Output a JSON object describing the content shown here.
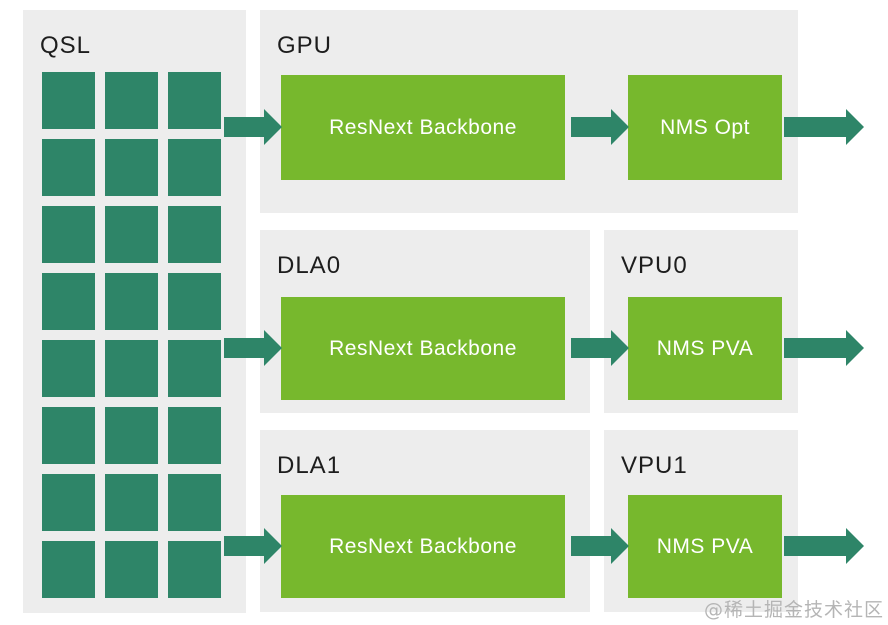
{
  "colors": {
    "teal": "#2e8568",
    "green": "#77b82d",
    "panel": "#ededed",
    "text_dark": "#1d1d1d",
    "text_light": "#ffffff",
    "watermark": "#b5b5b5",
    "background": "#ffffff"
  },
  "qsl_panel": {
    "label": "QSL",
    "grid_rows": 8,
    "grid_cols": 3
  },
  "gpu_panel": {
    "label": "GPU",
    "backbone_label": "ResNext Backbone",
    "nms_label": "NMS Opt"
  },
  "dla0_panel": {
    "label": "DLA0",
    "backbone_label": "ResNext Backbone"
  },
  "vpu0_panel": {
    "label": "VPU0",
    "nms_label": "NMS PVA"
  },
  "dla1_panel": {
    "label": "DLA1",
    "backbone_label": "ResNext Backbone"
  },
  "vpu1_panel": {
    "label": "VPU1",
    "nms_label": "NMS PVA"
  },
  "watermark": "@稀土掘金技术社区"
}
